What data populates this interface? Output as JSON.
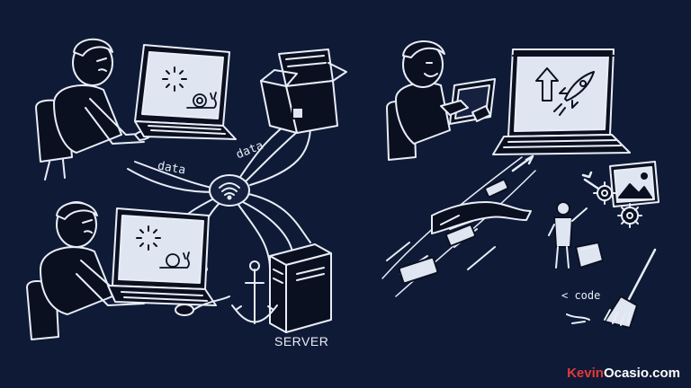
{
  "labels": {
    "data_left": "data",
    "data_right": "data",
    "server": "SERVER",
    "code": "< code"
  },
  "brand": {
    "part1": "Kevin",
    "part2": "Ocasio.com"
  },
  "colors": {
    "background": "#0f1a36",
    "ink": "#0b1020",
    "stroke": "#e8edf7",
    "brand_red": "#e23a3a"
  },
  "icons": [
    "loading-spinner-icon",
    "snail-icon",
    "wifi-icon",
    "anchor-icon",
    "up-arrow-icon",
    "rocket-icon",
    "gear-icon",
    "image-icon",
    "wrench-icon",
    "broom-icon"
  ]
}
